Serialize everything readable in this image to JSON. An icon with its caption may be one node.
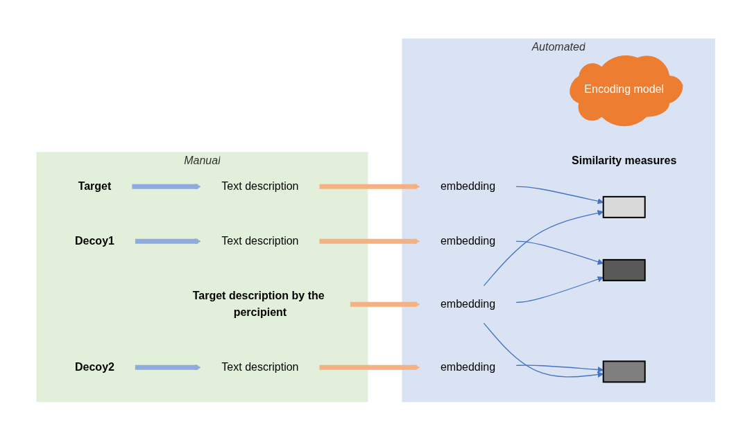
{
  "diagram": {
    "nodes": [
      {
        "text": [
          "Manual"
        ]
      },
      {
        "text": [
          "Automated"
        ]
      },
      {
        "text": [
          "Target"
        ],
        "in": 0
      },
      {
        "text": [
          "Text description"
        ],
        "in": 0
      },
      {
        "text": [
          "Decoy1"
        ],
        "in": 0
      },
      {
        "text": [
          "Text description"
        ],
        "in": 0
      },
      {
        "text": [
          "Decoy2"
        ],
        "in": 0
      },
      {
        "text": [
          "Text description"
        ],
        "in": 0
      },
      {
        "text": [
          "Target description by the percipient"
        ],
        "in": 0
      },
      {
        "text": [
          "Encoding model"
        ],
        "in": 1
      },
      {
        "text": [
          "embedding"
        ],
        "in": 1
      },
      {
        "text": [
          "embedding"
        ],
        "in": 1
      },
      {
        "text": [
          "embedding"
        ],
        "in": 1
      },
      {
        "text": [
          "embedding"
        ],
        "in": 1
      },
      {
        "text": [
          "Similarity measures"
        ],
        "in": 1
      },
      {
        "text": [],
        "shape": "box",
        "in": 1
      },
      {
        "text": [],
        "shape": "box",
        "in": 1
      },
      {
        "text": [],
        "shape": "box",
        "in": 1
      }
    ],
    "edges": [
      {
        "from": 2,
        "to": 3,
        "arrow": "to",
        "color": "#8faadc"
      },
      {
        "from": 3,
        "to": 10,
        "arrow": "to",
        "color": "#f4b183"
      },
      {
        "from": 4,
        "to": 5,
        "arrow": "to",
        "color": "#8faadc"
      },
      {
        "from": 5,
        "to": 11,
        "arrow": "to",
        "color": "#f4b183"
      },
      {
        "from": 6,
        "to": 7,
        "arrow": "to",
        "color": "#8faadc"
      },
      {
        "from": 7,
        "to": 12,
        "arrow": "to",
        "color": "#f4b183"
      },
      {
        "from": 8,
        "to": 13,
        "arrow": "to",
        "color": "#f4b183"
      },
      {
        "from": 10,
        "to": 15,
        "arrow": "to",
        "color": "#4472c4"
      },
      {
        "from": 11,
        "to": 16,
        "arrow": "to",
        "color": "#4472c4"
      },
      {
        "from": 12,
        "to": 17,
        "arrow": "to",
        "color": "#4472c4"
      },
      {
        "from": 13,
        "to": 15,
        "arrow": "to",
        "color": "#4472c4"
      },
      {
        "from": 13,
        "to": 16,
        "arrow": "to",
        "color": "#4472c4"
      },
      {
        "from": 13,
        "to": 17,
        "arrow": "to",
        "color": "#4472c4"
      }
    ]
  }
}
